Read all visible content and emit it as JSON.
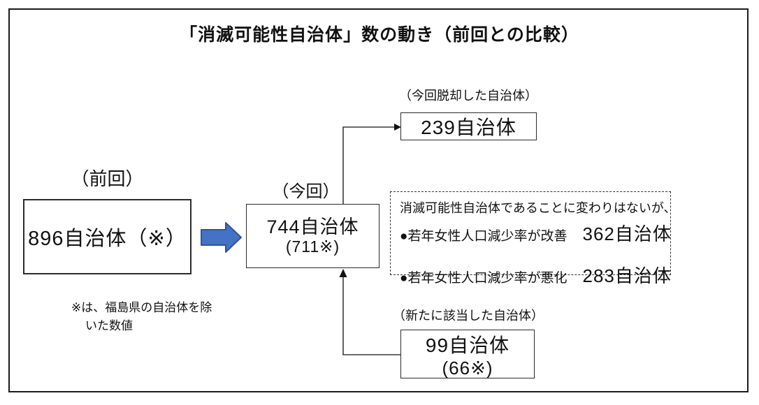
{
  "title": "「消滅可能性自治体」数の動き（前回との比較）",
  "previous": {
    "label": "（前回）",
    "value": "896自治体（※）"
  },
  "current": {
    "label": "（今回）",
    "value": "744自治体",
    "sub_value": "(711※)"
  },
  "escaped": {
    "label": "（今回脱却した自治体）",
    "value": "239自治体"
  },
  "new_entry": {
    "label": "（新たに該当した自治体）",
    "value": "99自治体",
    "sub_value": "(66※)"
  },
  "unchanged": {
    "intro": "消滅可能性自治体であることに変わりはないが、",
    "items": [
      {
        "bullet": "●",
        "label": "若年女性人口減少率が改善",
        "value": "362自治体"
      },
      {
        "bullet": "●",
        "label": "若年女性人口減少率が悪化",
        "value": "283自治体"
      }
    ]
  },
  "note": {
    "line1": "※は、福島県の自治体を除",
    "line2": "いた数値"
  },
  "colors": {
    "arrow_fill": "#4472C4",
    "arrow_stroke": "#2F5597",
    "connector": "#3a3a3a",
    "frame_border": "#1c1c1c"
  }
}
